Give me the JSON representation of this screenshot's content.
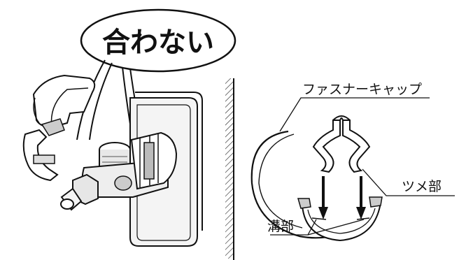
{
  "left_figure": {
    "speech_bubble": "合わない"
  },
  "right_figure": {
    "labels": {
      "fastener_cap": "ファスナーキャップ",
      "claw": "ツメ部",
      "groove": "溝部"
    }
  }
}
